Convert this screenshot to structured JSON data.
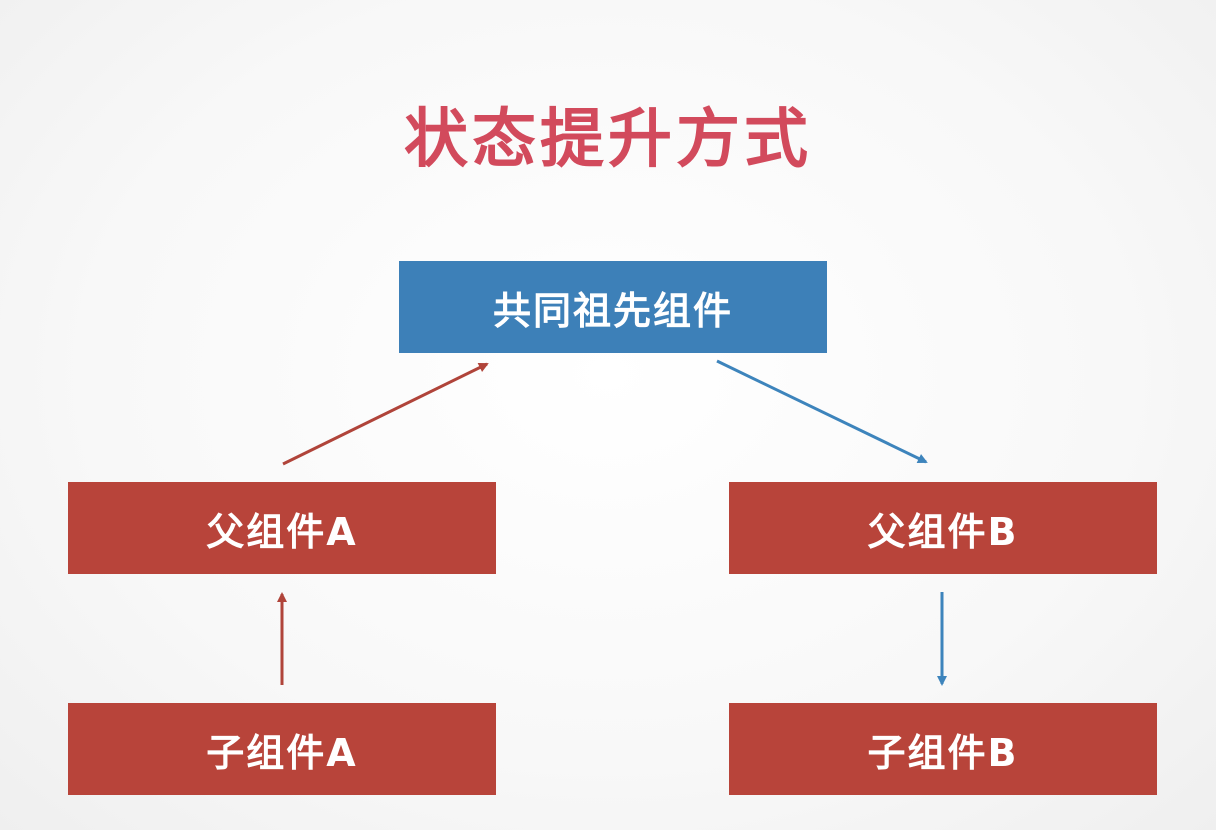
{
  "title": "状态提升方式",
  "colors": {
    "title": "#d24a5c",
    "ancestor": "#3d80b8",
    "component": "#b8443a",
    "arrow_up": "#b0443a",
    "arrow_down": "#3d84bc"
  },
  "nodes": {
    "ancestor": "共同祖先组件",
    "parent_a": "父组件A",
    "parent_b": "父组件B",
    "child_a": "子组件A",
    "child_b": "子组件B"
  },
  "edges": [
    {
      "from": "child_a",
      "to": "parent_a",
      "direction": "up"
    },
    {
      "from": "parent_a",
      "to": "ancestor",
      "direction": "up"
    },
    {
      "from": "ancestor",
      "to": "parent_b",
      "direction": "down"
    },
    {
      "from": "parent_b",
      "to": "child_b",
      "direction": "down"
    }
  ]
}
